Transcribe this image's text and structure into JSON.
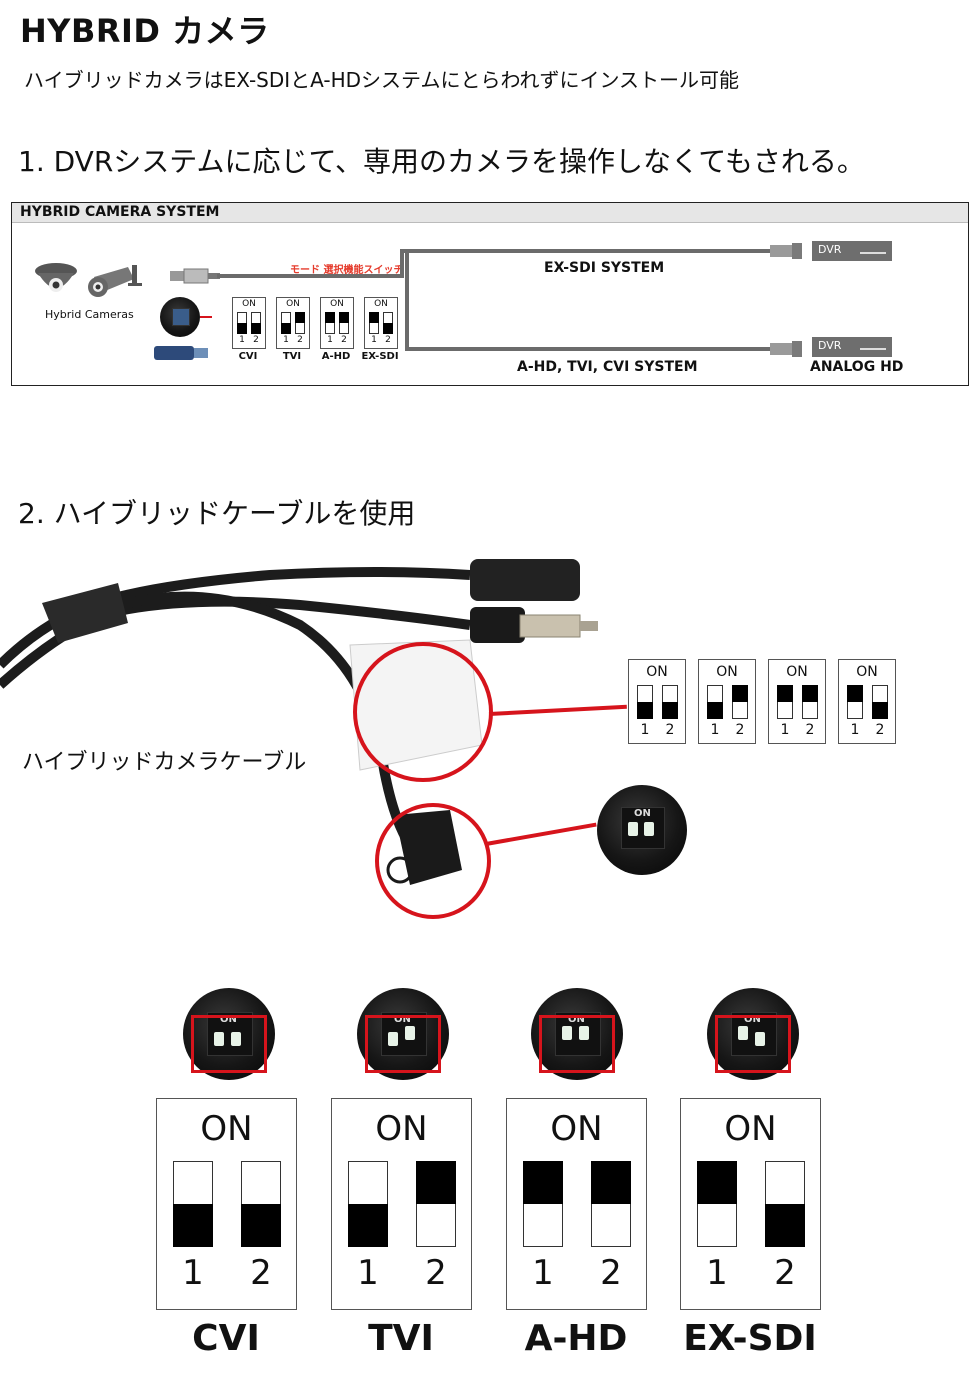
{
  "title": "HYBRID カメラ",
  "subtitle": "ハイブリッドカメラはEX-SDIとA-HDシステムにとらわれずにインストール可能",
  "section1": "1. DVRシステムに応じて、専用のカメラを操作しなくてもされる。",
  "section2": "2. ハイブリッドケーブルを使用",
  "system": {
    "header": "HYBRID CAMERA SYSTEM",
    "cameras_label": "Hybrid Cameras",
    "mode_label": "モード 選択機能スイッチ",
    "exsdi": "EX-SDI SYSTEM",
    "analog": "A-HD, TVI, CVI SYSTEM",
    "dvr1": "DVR",
    "dvr2": "DVR",
    "analog_hd": "ANALOG HD"
  },
  "dip_on": "ON",
  "dip_1": "1",
  "dip_2": "2",
  "knob_on": "ON",
  "cable_label": "ハイブリッドカメラケーブル",
  "modes": [
    {
      "name": "CVI",
      "sw1": "off",
      "sw2": "off"
    },
    {
      "name": "TVI",
      "sw1": "off",
      "sw2": "on"
    },
    {
      "name": "A-HD",
      "sw1": "on",
      "sw2": "on"
    },
    {
      "name": "EX-SDI",
      "sw1": "on",
      "sw2": "off"
    }
  ],
  "colors": {
    "accent_red": "#d6141c",
    "mode_text": "#e53b2c",
    "wire": "#6b6b6b"
  }
}
